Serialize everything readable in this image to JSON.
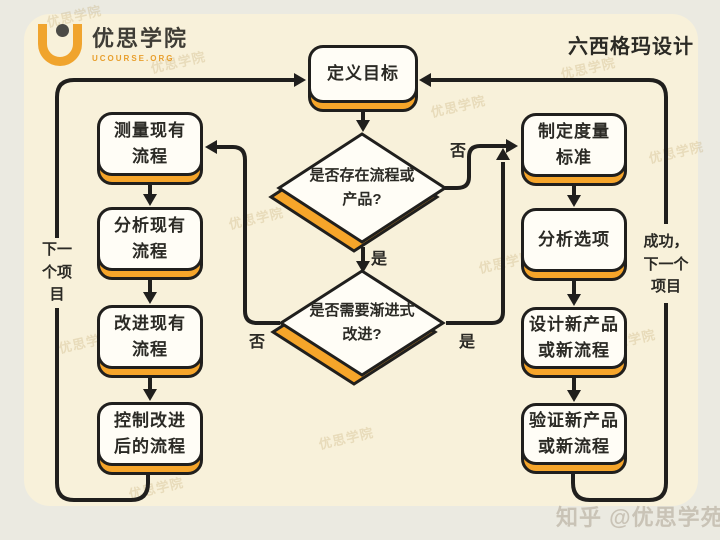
{
  "brand": {
    "name": "优思学院",
    "domain": "UCOURSE.ORG"
  },
  "title": "六西格玛设计",
  "watermark": {
    "tile": "优思学院",
    "credit": "知乎 @优思学苑"
  },
  "colors": {
    "accent_orange": "#F6A52A",
    "ink": "#201F1D",
    "panel": "#F8F1DA",
    "node_fill": "#FFFDF6"
  },
  "flowchart": {
    "start": {
      "label": "定义目标"
    },
    "decision1": {
      "label": "是否存在流程或\n产品?",
      "yes_label": "是",
      "no_label": "否"
    },
    "decision2": {
      "label": "是否需要渐进式\n改进?",
      "yes_label": "是",
      "no_label": "否"
    },
    "dmaic_steps": [
      {
        "label": "测量现有\n流程"
      },
      {
        "label": "分析现有\n流程"
      },
      {
        "label": "改进现有\n流程"
      },
      {
        "label": "控制改进\n后的流程"
      }
    ],
    "dmadv_steps": [
      {
        "label": "制定度量\n标准"
      },
      {
        "label": "分析选项"
      },
      {
        "label": "设计新产品\n或新流程"
      },
      {
        "label": "验证新产品\n或新流程"
      }
    ],
    "left_loop_label": "下一\n个项\n目",
    "right_loop_label": "成功，\n下一个\n项目"
  }
}
